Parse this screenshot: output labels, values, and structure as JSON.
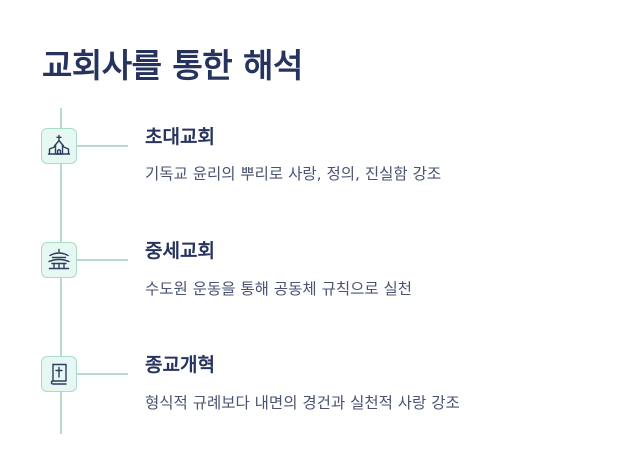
{
  "title": "교회사를 통한 해석",
  "items": [
    {
      "icon": "church-icon",
      "heading": "초대교회",
      "description": "기독교 윤리의 뿌리로 사랑, 정의, 진실함 강조"
    },
    {
      "icon": "pagoda-temple-icon",
      "heading": "중세교회",
      "description": "수도원 운동을 통해 공동체 규칙으로 실천"
    },
    {
      "icon": "bible-icon",
      "heading": "종교개혁",
      "description": "형식적 규례보다 내면의 경건과 실천적 사랑 강조"
    }
  ],
  "colors": {
    "title": "#27335f",
    "text": "#4a5372",
    "accent_line": "#b7dccd",
    "icon_bg": "#e7f7f1",
    "icon_stroke": "#2d3f63"
  }
}
